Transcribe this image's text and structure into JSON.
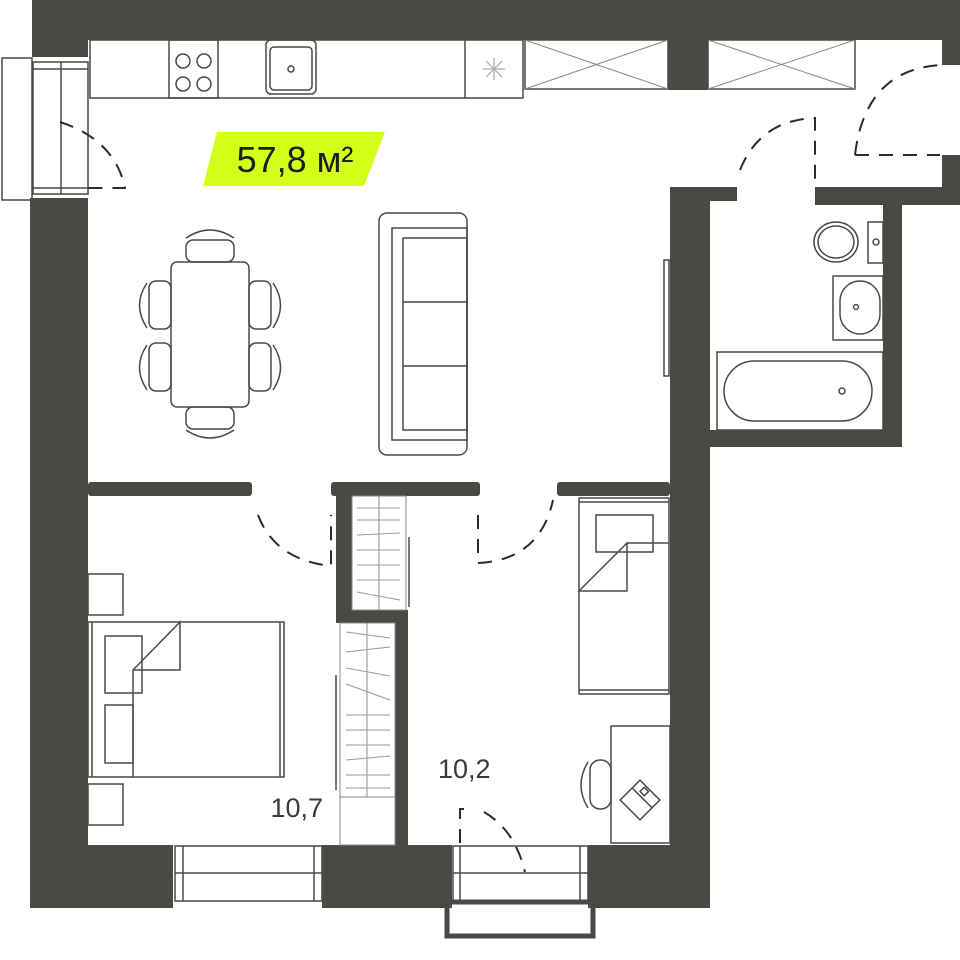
{
  "plan": {
    "total_area": "57,8 м²",
    "rooms": [
      {
        "name": "bedroom",
        "area": "10,7"
      },
      {
        "name": "kids-room",
        "area": "10,2"
      }
    ]
  },
  "colors": {
    "wall": "#4a4946",
    "accent": "#d4ff1a",
    "line": "#4a4946"
  }
}
